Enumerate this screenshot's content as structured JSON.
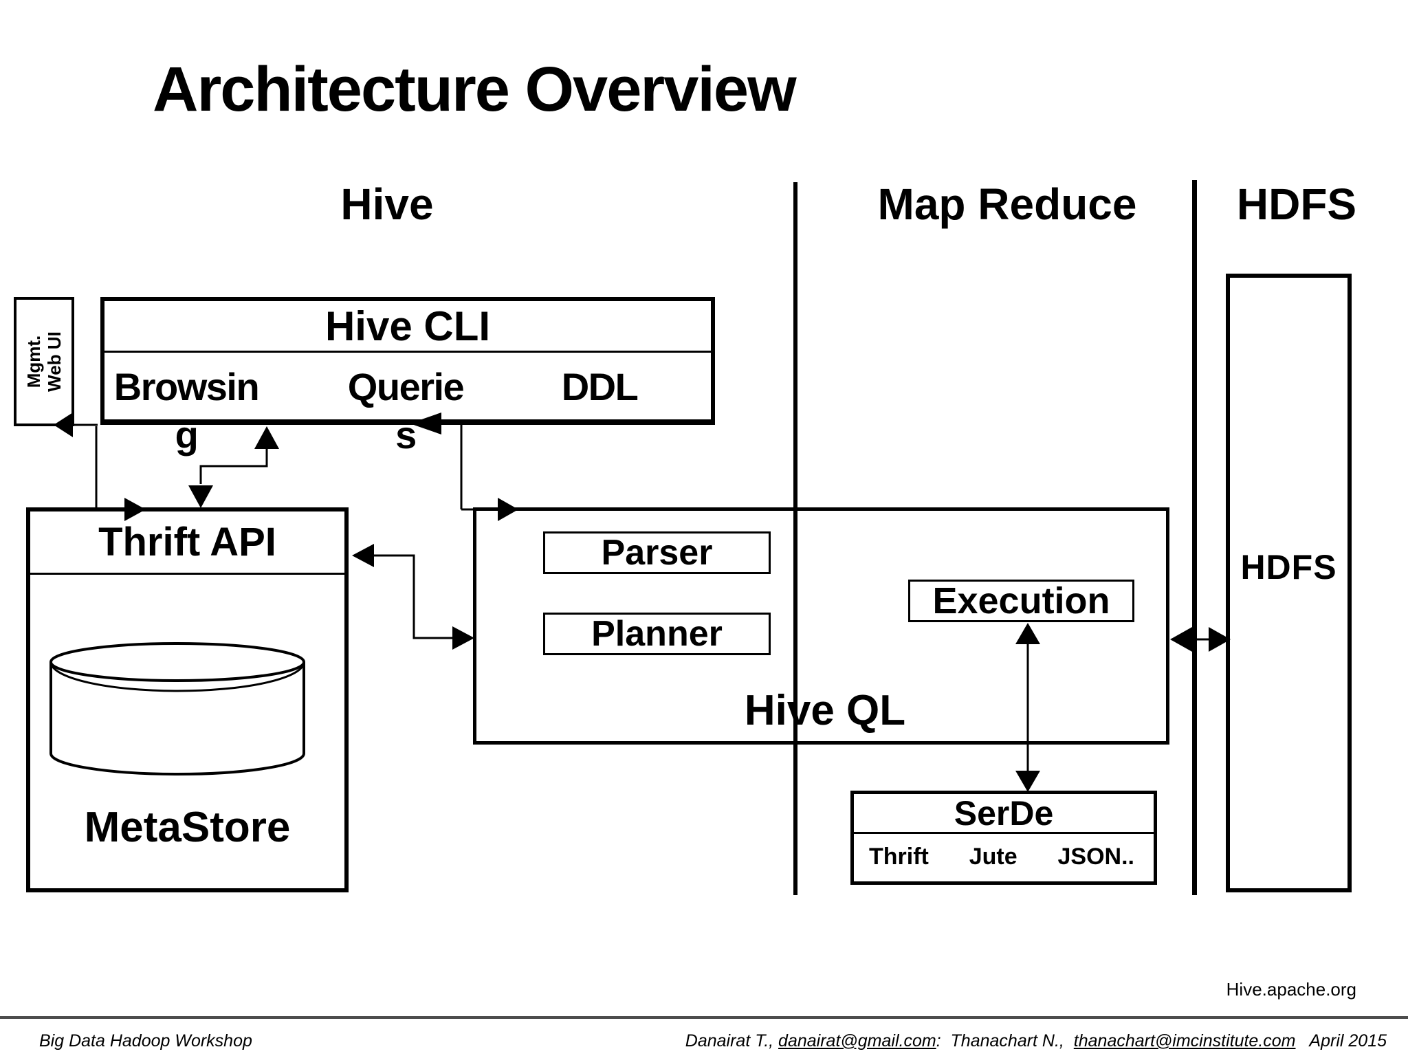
{
  "title": "Architecture Overview",
  "sections": {
    "hive": "Hive",
    "mapreduce": "Map Reduce",
    "hdfs": "HDFS"
  },
  "mgmt": {
    "line1": "Mgmt.",
    "line2": "Web UI"
  },
  "cli": {
    "title": "Hive CLI",
    "items": [
      {
        "label": "Browsing",
        "line1": "Browsin",
        "line2": "g"
      },
      {
        "label": "Queries",
        "line1": "Querie",
        "line2": "s"
      },
      {
        "label": "DDL",
        "line1": "DDL",
        "line2": ""
      }
    ]
  },
  "metastore": {
    "header": "Thrift API",
    "label": "MetaStore",
    "icon": "database-cylinder-icon"
  },
  "hiveql": {
    "label": "Hive QL",
    "parser": "Parser",
    "planner": "Planner",
    "execution": "Execution"
  },
  "serde": {
    "title": "SerDe",
    "items": [
      "Thrift",
      "Jute",
      "JSON.."
    ]
  },
  "hdfs_box": {
    "label": "HDFS"
  },
  "source": "Hive.apache.org",
  "footer": {
    "left": "Big Data Hadoop Workshop",
    "credit_parts": [
      {
        "text": "Danairat T., ",
        "underline": false
      },
      {
        "text": "danairat@gmail.com",
        "underline": true
      },
      {
        "text": ":  Thanachart N.,  ",
        "underline": false
      },
      {
        "text": "thanachart@imcinstitute.com",
        "underline": true
      },
      {
        "text": "   April 2015",
        "underline": false
      }
    ]
  },
  "colors": {
    "ink": "#000000",
    "background": "#ffffff",
    "footer_rule": "#4d4d4d"
  }
}
